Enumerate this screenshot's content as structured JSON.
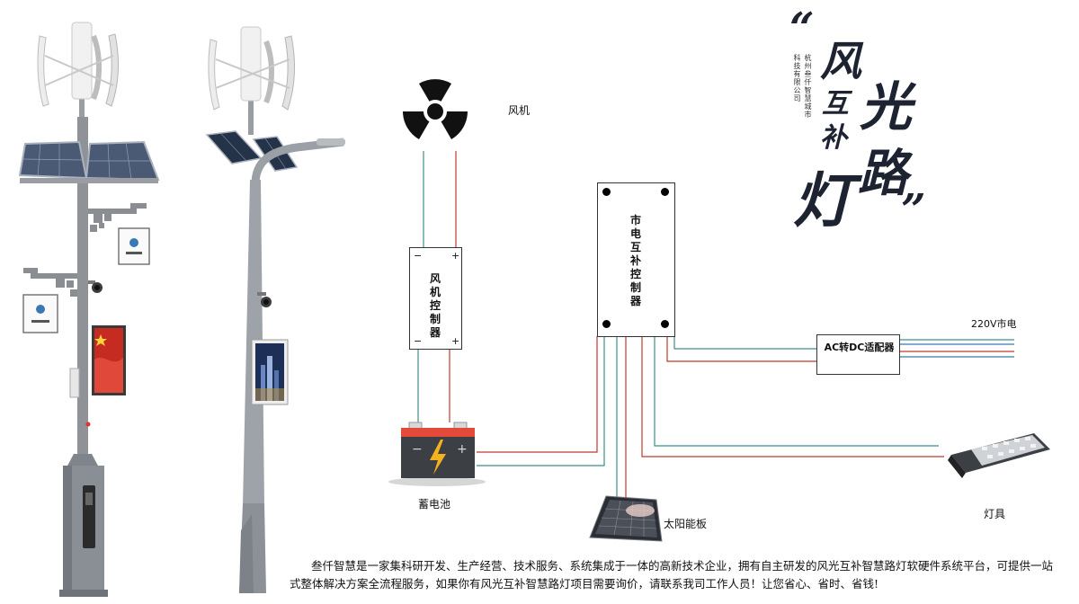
{
  "labels": {
    "wind_turbine": "风机",
    "wind_controller": "风机控制器",
    "city_controller": "市电互补控制器",
    "adapter": "AC转DC适配器",
    "battery": "蓄电池",
    "solar_panel": "太阳能板",
    "lamp": "灯具",
    "mains": "220V市电"
  },
  "terminals": {
    "minus": "−",
    "plus": "+"
  },
  "title": {
    "open_quote": "“",
    "close_quote": "”",
    "feng": "风",
    "guang": "光",
    "hu": "互",
    "bu": "补",
    "lu": "路",
    "deng": "灯",
    "company_col1": "杭州叁仟智慧城市",
    "company_col2": "科技有限公司"
  },
  "description": "叁仟智慧是一家集科研开发、生产经营、技术服务、系统集成于一体的高新技术企业，拥有自主研发的风光互补智慧路灯软硬件系统平台，可提供一站式整体解决方案全流程服务，如果你有风光互补智慧路灯项目需要询价，请联系我司工作人员！让您省心、省时、省钱!",
  "colors": {
    "red_wire": "#c0392b",
    "teal_wire": "#3f8f8a",
    "blue_wire": "#3a78b5",
    "pole": "#8c9096",
    "title": "#1d2331"
  }
}
